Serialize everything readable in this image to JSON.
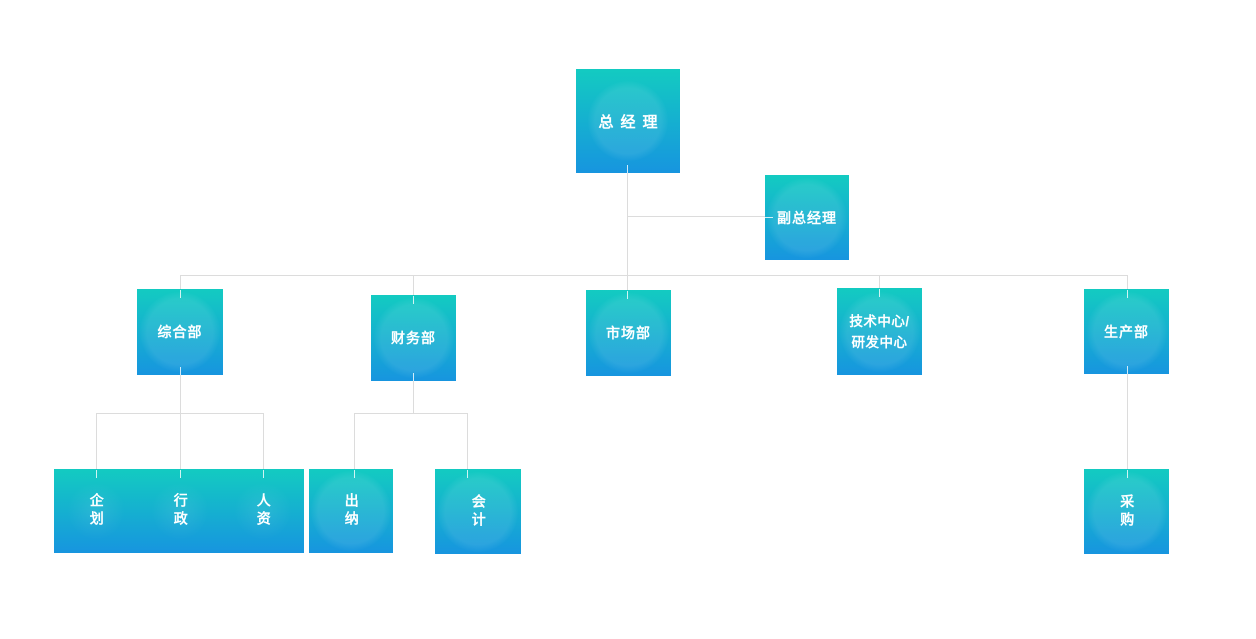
{
  "colors": {
    "box_top": "#13cbc1",
    "box_bottom": "#1795df",
    "connector": "#dcdcdc",
    "tick": "#ffffff",
    "label": "#ffffff",
    "background": "#ffffff"
  },
  "nodes": {
    "general_manager": {
      "label": "总经理"
    },
    "deputy_general_manager": {
      "label": "副总经理"
    },
    "general_affairs_dept": {
      "label": "综合部"
    },
    "finance_dept": {
      "label": "财务部"
    },
    "marketing_dept": {
      "label": "市场部"
    },
    "tech_center": {
      "line1": "技术中心/",
      "line2": "研发中心"
    },
    "production_dept": {
      "label": "生产部"
    },
    "planning": {
      "label": "企划"
    },
    "administration": {
      "label": "行政"
    },
    "human_resources": {
      "label": "人资"
    },
    "cashier": {
      "label": "出纳"
    },
    "accounting": {
      "label": "会计"
    },
    "procurement": {
      "label": "采购"
    }
  }
}
